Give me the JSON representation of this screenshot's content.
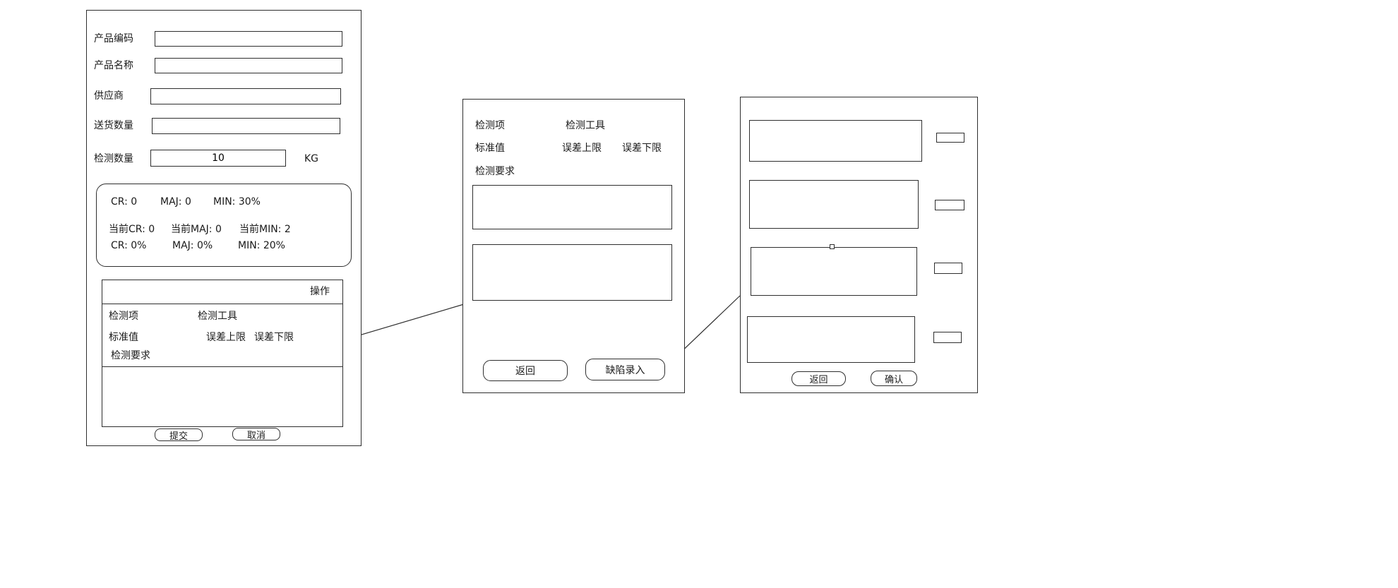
{
  "colors": {
    "line": "#2e2e2e",
    "background": "#ffffff",
    "text": "#1a1a1a"
  },
  "panel1": {
    "fields": [
      {
        "label": "产品编码",
        "value": ""
      },
      {
        "label": "产品名称",
        "value": ""
      },
      {
        "label": "供应商",
        "value": ""
      },
      {
        "label": "送货数量",
        "value": ""
      },
      {
        "label": "检测数量",
        "value": "10",
        "unit": "KG"
      }
    ],
    "stats": {
      "row1": {
        "cr": "CR: 0",
        "maj": "MAJ: 0",
        "min": "MIN: 30%"
      },
      "row2": {
        "cr": "当前CR: 0",
        "maj": "当前MAJ: 0",
        "min": "当前MIN: 2"
      },
      "row3": {
        "cr": "CR: 0%",
        "maj": "MAJ: 0%",
        "min": "MIN: 20%"
      }
    },
    "table": {
      "action_header": "操作",
      "item_label": "检测项",
      "tool_label": "检测工具",
      "standard_label": "标准值",
      "upper_limit_label": "误差上限",
      "lower_limit_label": "误差下限",
      "requirement_label": "检测要求"
    },
    "submit_button": "提交",
    "cancel_button": "取消"
  },
  "panel2": {
    "item_label": "检测项",
    "tool_label": "检测工具",
    "standard_label": "标准值",
    "upper_limit_label": "误差上限",
    "lower_limit_label": "误差下限",
    "requirement_label": "检测要求",
    "back_button": "返回",
    "defect_entry_button": "缺陷录入"
  },
  "panel3": {
    "back_button": "返回",
    "confirm_button": "确认"
  }
}
